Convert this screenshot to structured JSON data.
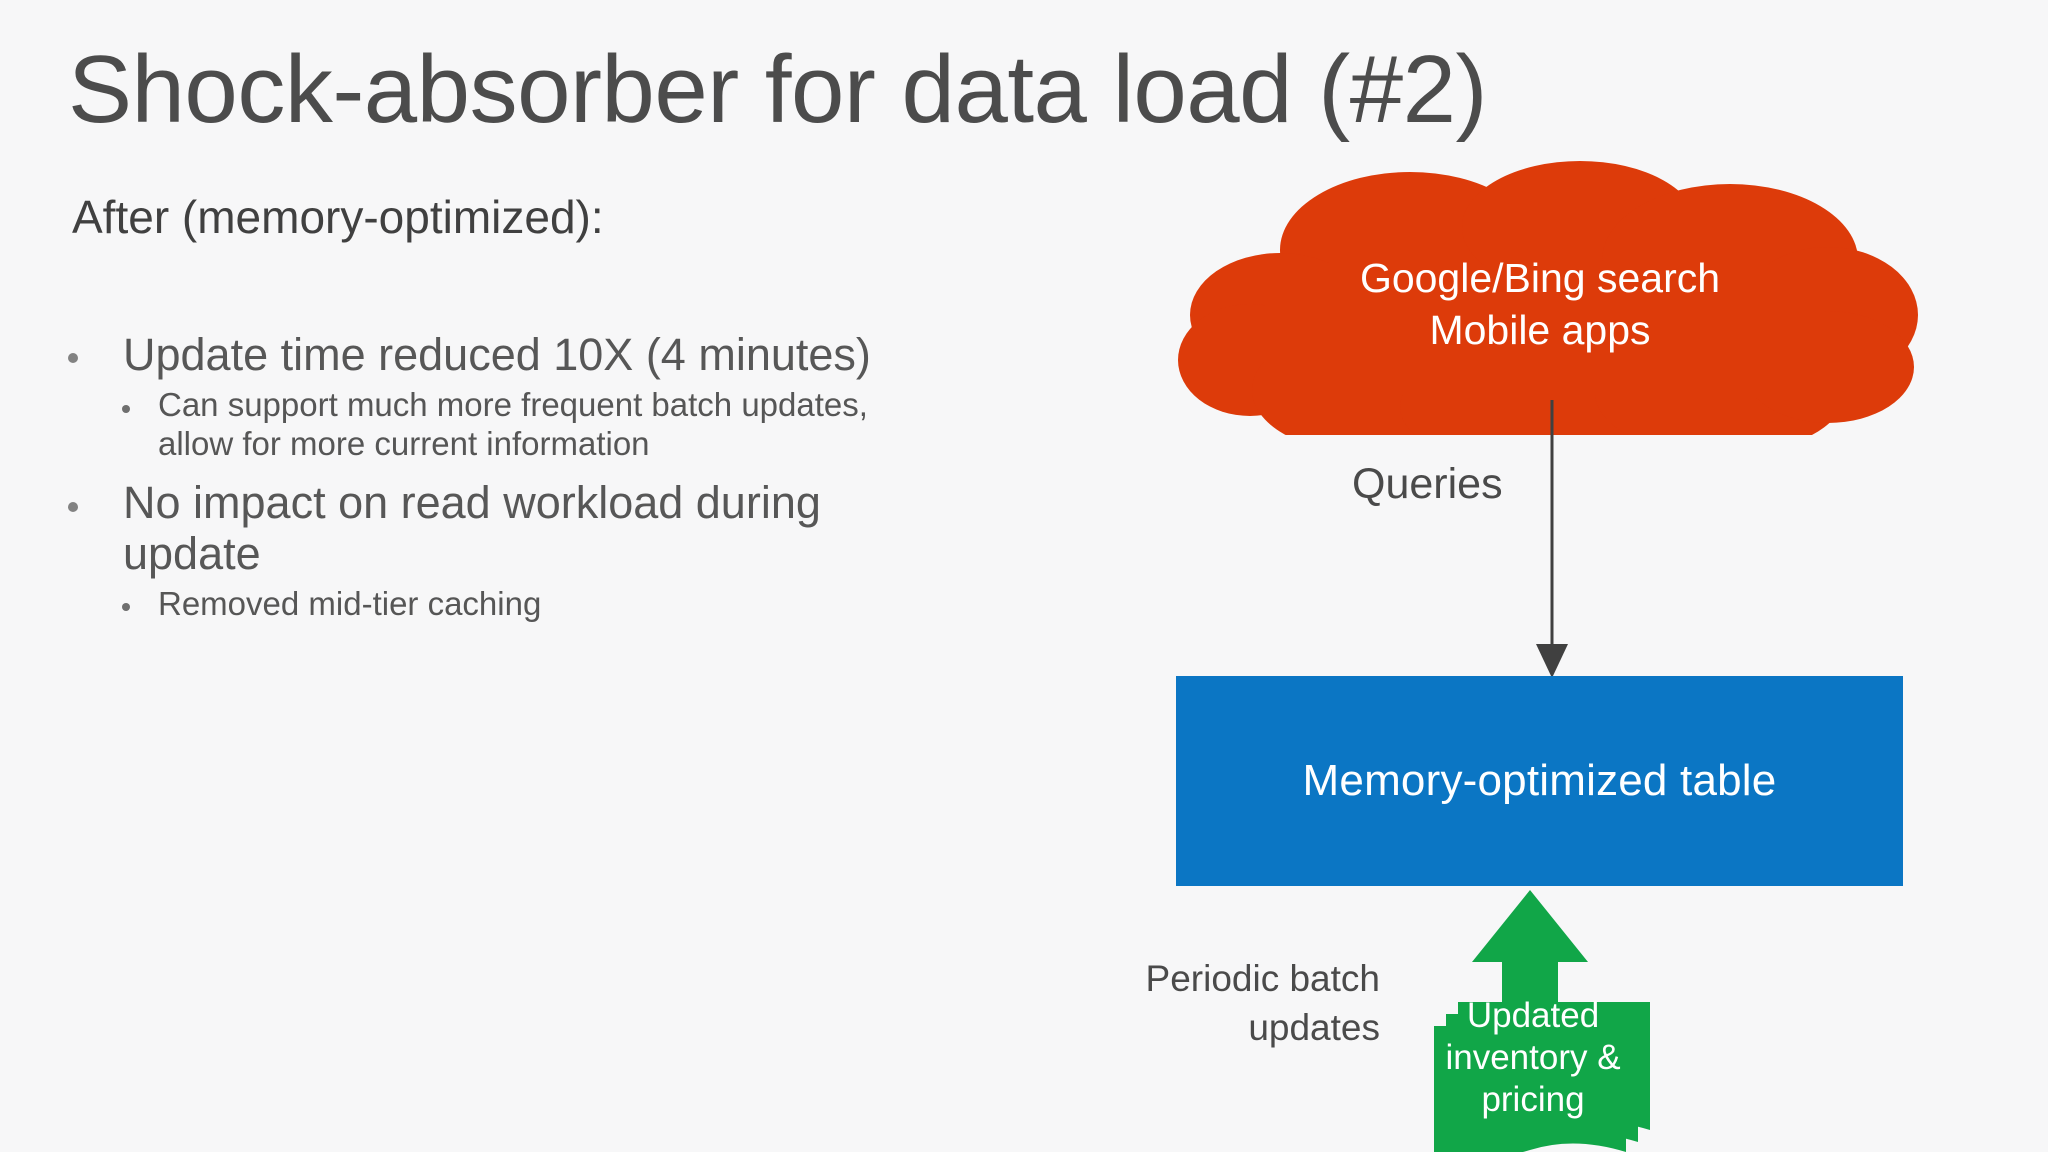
{
  "slide": {
    "background_color": "#f7f7f8",
    "title": "Shock-absorber for data load (#2)",
    "subtitle": "After (memory-optimized):"
  },
  "body": {
    "bullets": [
      {
        "text": "Update time reduced 10X (4 minutes)",
        "sub": [
          "Can support much more frequent batch updates, allow for more current information"
        ]
      },
      {
        "text": "No impact on read workload during update",
        "sub": [
          "Removed mid-tier caching"
        ]
      }
    ]
  },
  "diagram": {
    "cloud": {
      "line1": "Google/Bing search",
      "line2": "Mobile apps",
      "color": "#dd3b0a",
      "text_color": "#ffffff"
    },
    "queries_label": "Queries",
    "table_box": {
      "label": "Memory-optimized table",
      "color": "#0b76c4",
      "text_color": "#ffffff"
    },
    "batch_label_line1": "Periodic batch",
    "batch_label_line2": "updates",
    "documents": {
      "line1": "Updated",
      "line2": "inventory &",
      "line3": "pricing",
      "color": "#11a648",
      "text_color": "#ffffff"
    },
    "arrow_down_color": "#404040",
    "arrow_up_color": "#11a648"
  }
}
